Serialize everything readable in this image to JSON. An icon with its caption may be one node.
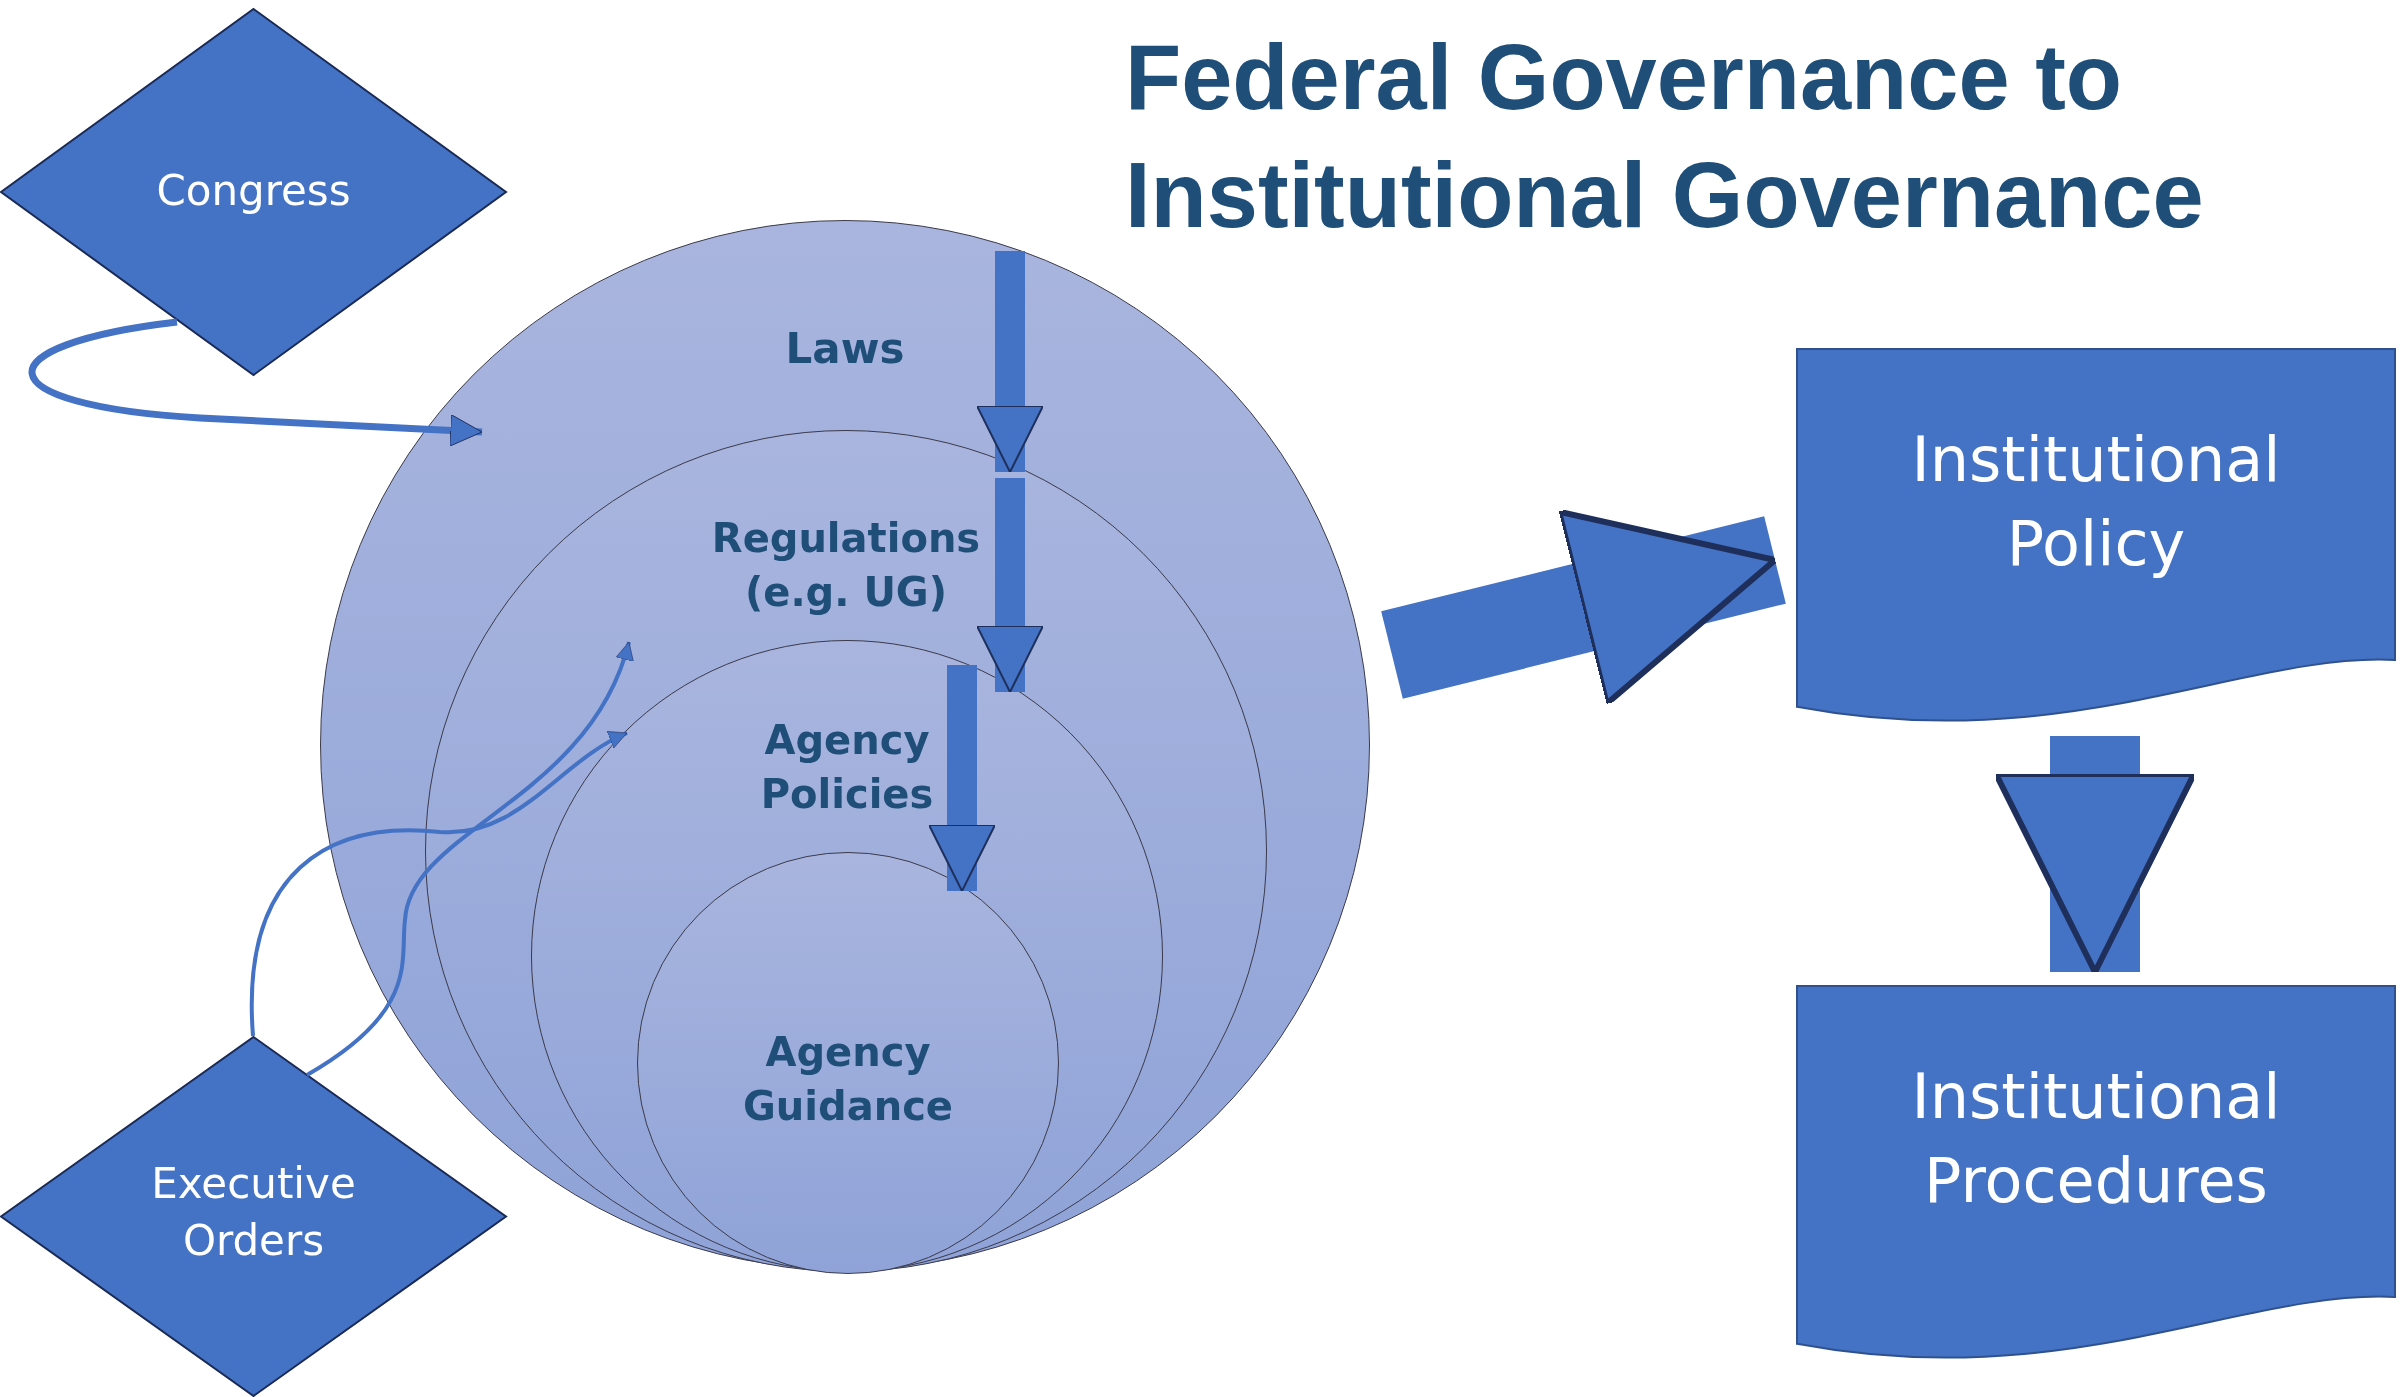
{
  "diagram": {
    "title": "Federal Governance to Institutional Governance",
    "nodes": [
      {
        "text": [
          "Congress"
        ]
      },
      {
        "text": [
          "Laws"
        ]
      },
      {
        "text": [
          "Regulations (e.g. UG)"
        ],
        "in": 1
      },
      {
        "text": [
          "Agency Policies"
        ],
        "in": 2
      },
      {
        "text": [
          "Agency Guidance"
        ],
        "in": 3
      },
      {
        "text": [
          "Institutional Policy"
        ]
      },
      {
        "text": [
          "Institutional Procedures"
        ]
      },
      {
        "text": [
          "Executive Orders"
        ]
      }
    ],
    "edges": [
      {
        "from": 0,
        "to": 1,
        "arrow": "to"
      },
      {
        "from": 1,
        "to": 2,
        "arrow": "to"
      },
      {
        "from": 2,
        "to": 3,
        "arrow": "to"
      },
      {
        "from": 3,
        "to": 4,
        "arrow": "to"
      },
      {
        "from": 7,
        "to": 2,
        "arrow": "to"
      },
      {
        "from": 7,
        "to": 3,
        "arrow": "to"
      },
      {
        "from": 1,
        "to": 5,
        "arrow": "to",
        "style": "thick"
      },
      {
        "from": 5,
        "to": 6,
        "arrow": "to",
        "style": "thick"
      }
    ]
  }
}
